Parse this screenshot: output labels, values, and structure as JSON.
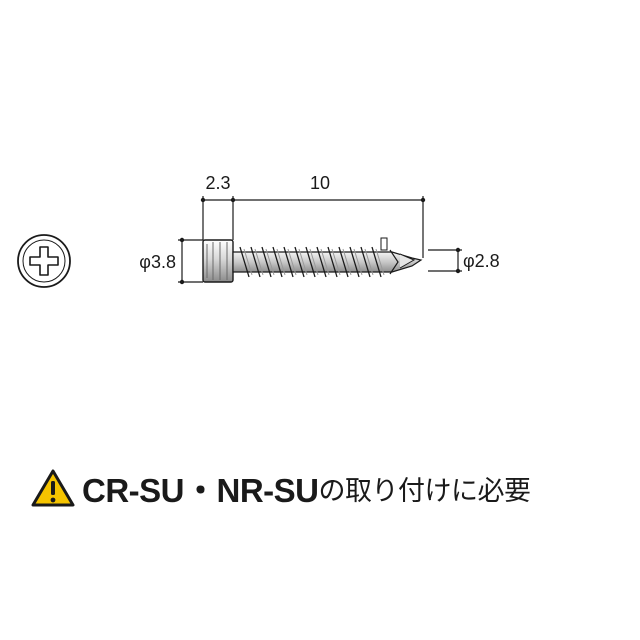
{
  "dimensions": {
    "head_length": "2.3",
    "shank_length": "10",
    "head_diameter": "φ3.8",
    "tip_diameter": "φ2.8"
  },
  "caption": {
    "brand": "CR-SU・NR-SU",
    "rest": "の取り付けに必要",
    "icon": "warning-icon"
  },
  "colors": {
    "line": "#1a1a1a",
    "warning_fill": "#f5c400"
  }
}
